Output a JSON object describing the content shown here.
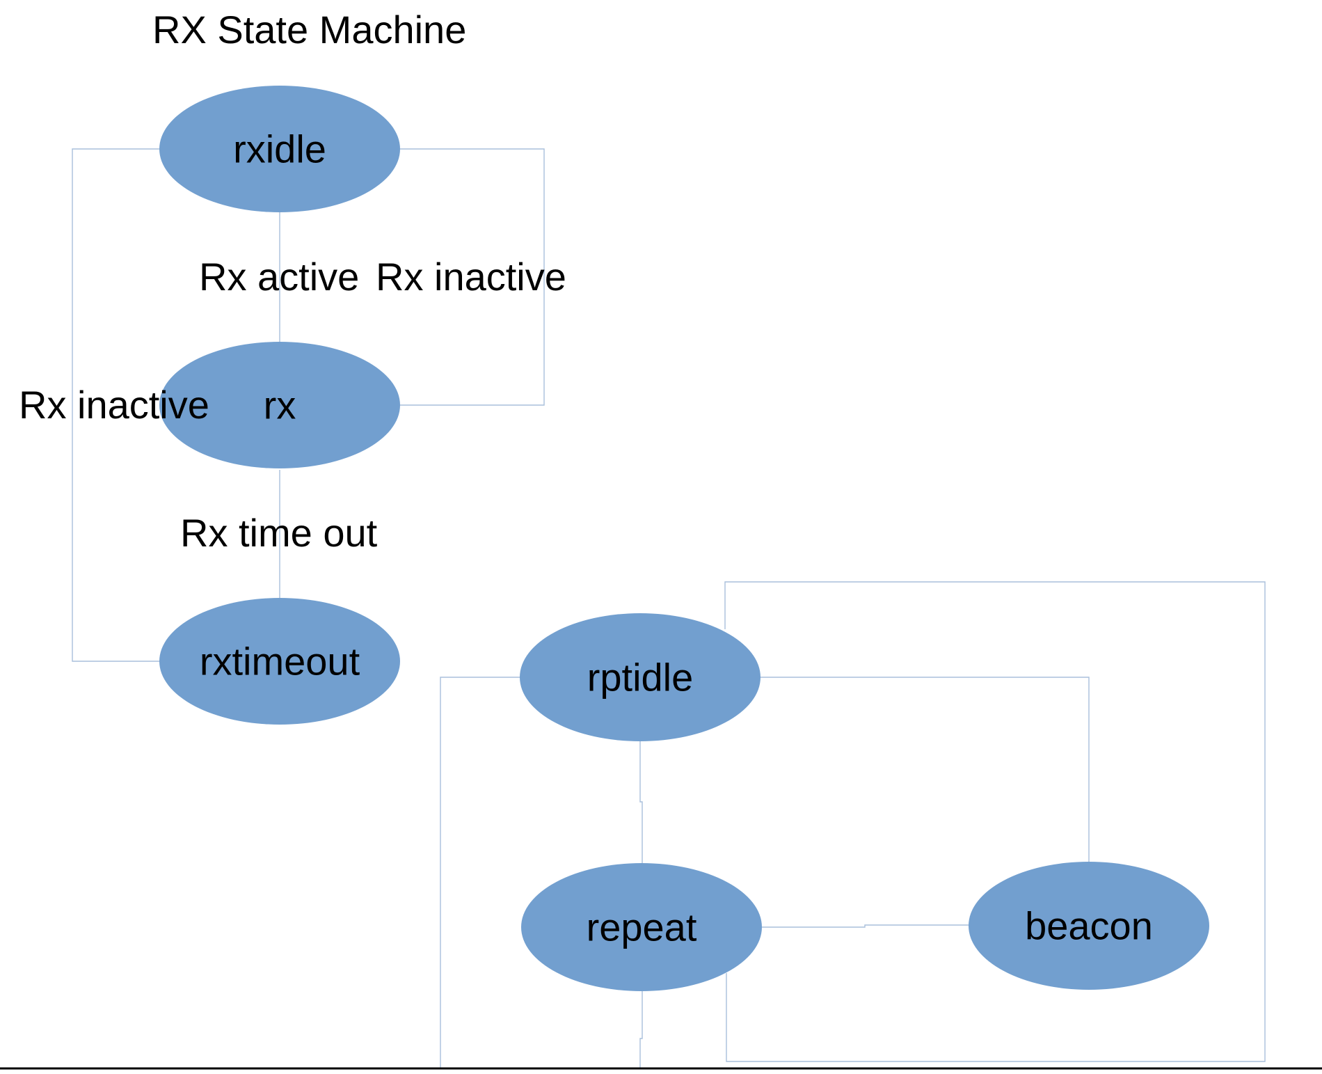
{
  "diagram": {
    "title": "RX State Machine",
    "colors": {
      "node_fill": "#729fcf",
      "connector": "#a8bfdc",
      "background": "#ffffff",
      "text": "#000000",
      "bottom_rule": "#000000"
    },
    "nodes": {
      "rxidle": "rxidle",
      "rx": "rx",
      "rxtimeout": "rxtimeout",
      "rptidle": "rptidle",
      "repeat": "repeat",
      "beacon": "beacon"
    },
    "edge_labels": {
      "rx_active": "Rx active",
      "rx_inactive_right": "Rx inactive",
      "rx_inactive_left": "Rx inactive",
      "rx_time_out": "Rx time out"
    }
  }
}
